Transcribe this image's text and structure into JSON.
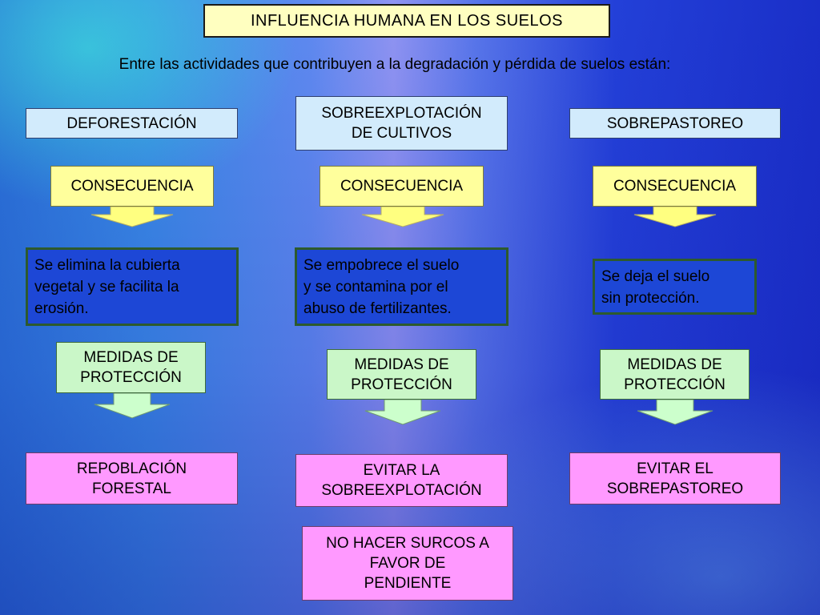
{
  "title": "INFLUENCIA HUMANA EN LOS SUELOS",
  "intro": "Entre las actividades que contribuyen a la degradación y pérdida de suelos están:",
  "columns": [
    {
      "activity": "DEFORESTACIÓN",
      "consequence_label": "CONSECUENCIA",
      "consequence": "Se elimina la cubierta\nvegetal y se facilita la\nerosión.",
      "measures_label": "MEDIDAS DE\nPROTECCIÓN",
      "solutions": [
        "REPOBLACIÓN\nFORESTAL"
      ]
    },
    {
      "activity": "SOBREEXPLOTACIÓN\nDE CULTIVOS",
      "consequence_label": "CONSECUENCIA",
      "consequence": "Se empobrece el suelo\ny se contamina por el\nabuso de fertilizantes.",
      "measures_label": "MEDIDAS DE\nPROTECCIÓN",
      "solutions": [
        "EVITAR LA\nSOBREEXPLOTACIÓN",
        "NO HACER SURCOS A\nFAVOR DE\nPENDIENTE"
      ]
    },
    {
      "activity": "SOBREPASTOREO",
      "consequence_label": "CONSECUENCIA",
      "consequence": "Se deja el suelo\nsin protección.",
      "measures_label": "MEDIDAS DE\nPROTECCIÓN",
      "solutions": [
        "EVITAR EL\nSOBREPASTOREO"
      ]
    }
  ],
  "colors": {
    "title_fill": "#ffffc0",
    "activity_fill": "#d2ebfc",
    "consequence_fill": "#ffff9c",
    "description_fill": "#1d47d6",
    "measures_fill": "#caf7c8",
    "solution_fill": "#ff99ff",
    "arrow_yellow": "#ffff80",
    "arrow_green": "#ccffcc"
  }
}
